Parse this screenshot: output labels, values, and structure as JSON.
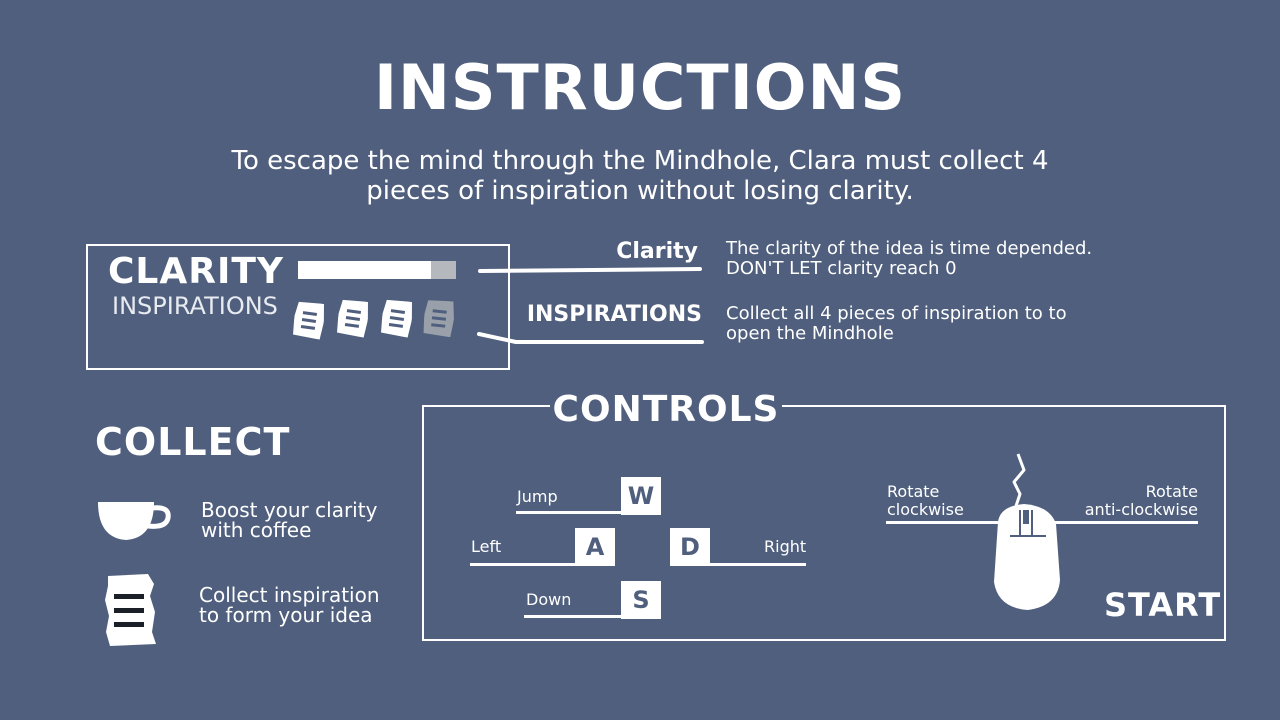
{
  "title": "INSTRUCTIONS",
  "intro": {
    "line1": "To escape the mind through the Mindhole, Clara must collect 4",
    "line2": "pieces of inspiration without losing clarity."
  },
  "hud": {
    "clarity_label": "CLARITY",
    "inspirations_label": "INSPIRATIONS",
    "clarity_level": 0.84,
    "inspirations_collected": 3,
    "inspirations_total": 4
  },
  "legend": {
    "clarity": {
      "label": "Clarity",
      "line1": "The clarity of the idea is time depended.",
      "line2": "DON'T LET clarity reach 0"
    },
    "inspirations": {
      "label": "INSPIRATIONS",
      "line1": "Collect all 4 pieces of inspiration to to",
      "line2": "open the Mindhole"
    }
  },
  "collect": {
    "title": "COLLECT",
    "coffee": {
      "icon": "coffee-cup-icon",
      "line1": "Boost your clarity",
      "line2": "with coffee"
    },
    "inspiration": {
      "icon": "inspiration-page-icon",
      "line1": "Collect inspiration",
      "line2": "to form your idea"
    }
  },
  "controls": {
    "title": "CONTROLS",
    "keys": {
      "w": {
        "key": "W",
        "label": "Jump"
      },
      "a": {
        "key": "A",
        "label": "Left"
      },
      "d": {
        "key": "D",
        "label": "Right"
      },
      "s": {
        "key": "S",
        "label": "Down"
      }
    },
    "mouse": {
      "icon": "mouse-icon",
      "rotate_cw_line1": "Rotate",
      "rotate_cw_line2": "clockwise",
      "rotate_acw_line1": "Rotate",
      "rotate_acw_line2": "anti-clockwise"
    },
    "start_label": "START"
  },
  "colors": {
    "background": "#4f5f7d",
    "foreground": "#ffffff",
    "clarity_empty": "#b5b8bd",
    "inspiration_missing": "#9aa0aa"
  }
}
